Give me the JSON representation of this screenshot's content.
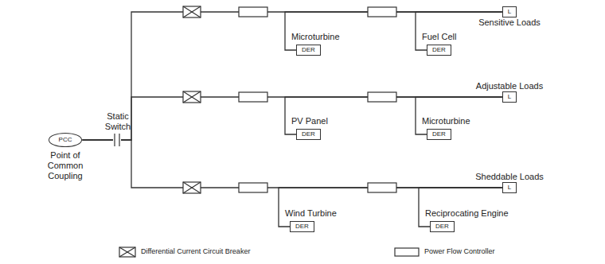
{
  "diagram": {
    "nodes": [
      {
        "text": [
          "PCC",
          "Point of Common Coupling"
        ]
      },
      {
        "text": [
          "Microturbine",
          "DER"
        ]
      },
      {
        "text": [
          "Fuel Cell",
          "DER"
        ]
      },
      {
        "text": [
          "Sensitive Loads",
          "L"
        ]
      },
      {
        "text": [
          "PV Panel",
          "DER"
        ]
      },
      {
        "text": [
          "Microturbine",
          "DER"
        ]
      },
      {
        "text": [
          "Adjustable Loads",
          "L"
        ]
      },
      {
        "text": [
          "Wind Turbine",
          "DER"
        ]
      },
      {
        "text": [
          "Reciprocating Engine",
          "DER"
        ]
      },
      {
        "text": [
          "Sheddable Loads",
          "L"
        ]
      }
    ],
    "edges": [
      {
        "from": 0,
        "to": 3,
        "arrow": "none"
      },
      {
        "from": 0,
        "to": 6,
        "arrow": "none"
      },
      {
        "from": 0,
        "to": 9,
        "arrow": "none"
      },
      {
        "from": 1,
        "to": 3,
        "arrow": "none"
      },
      {
        "from": 2,
        "to": 3,
        "arrow": "none"
      },
      {
        "from": 4,
        "to": 6,
        "arrow": "none"
      },
      {
        "from": 5,
        "to": 6,
        "arrow": "none"
      },
      {
        "from": 7,
        "to": 9,
        "arrow": "none"
      },
      {
        "from": 8,
        "to": 9,
        "arrow": "none"
      }
    ],
    "labels": [
      "Static Switch"
    ],
    "legend": [
      {
        "text": "Differential Current Circuit Breaker"
      },
      {
        "text": "Power Flow Controller"
      }
    ]
  }
}
